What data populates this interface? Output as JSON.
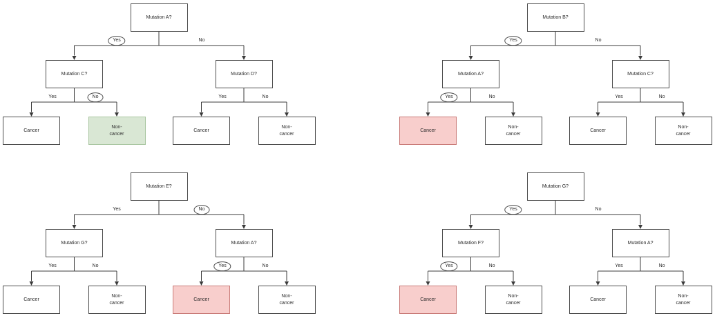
{
  "canvas": {
    "background": "#ffffff"
  },
  "colors": {
    "line": "#3b3b3b",
    "text": "#2a2a2a",
    "node_fill": "#ffffff",
    "node_border": "#4a4a4a",
    "leaf_green_fill": "#d9e7d4",
    "leaf_green_border": "#a9c6a1",
    "leaf_red_fill": "#f8cecc",
    "leaf_red_border": "#c97a77"
  },
  "trees": [
    {
      "id": "top-left",
      "root": {
        "label": "Mutation A?"
      },
      "left": {
        "label": "Mutation C?"
      },
      "right": {
        "label": "Mutation D?"
      },
      "edges": [
        {
          "label": "Yes",
          "circled": true
        },
        {
          "label": "No",
          "circled": false
        },
        {
          "label": "Yes",
          "circled": false
        },
        {
          "label": "No",
          "circled": true
        },
        {
          "label": "Yes",
          "circled": false
        },
        {
          "label": "No",
          "circled": false
        }
      ],
      "leaves": [
        {
          "label": "Cancer",
          "highlight": "none"
        },
        {
          "label": "Non-\ncancer",
          "highlight": "green"
        },
        {
          "label": "Cancer",
          "highlight": "none"
        },
        {
          "label": "Non-\ncancer",
          "highlight": "none"
        }
      ]
    },
    {
      "id": "top-right",
      "root": {
        "label": "Mutation B?"
      },
      "left": {
        "label": "Mutation A?"
      },
      "right": {
        "label": "Mutation C?"
      },
      "edges": [
        {
          "label": "Yes",
          "circled": true
        },
        {
          "label": "No",
          "circled": false
        },
        {
          "label": "Yes",
          "circled": true
        },
        {
          "label": "No",
          "circled": false
        },
        {
          "label": "Yes",
          "circled": false
        },
        {
          "label": "No",
          "circled": false
        }
      ],
      "leaves": [
        {
          "label": "Cancer",
          "highlight": "red"
        },
        {
          "label": "Non-\ncancer",
          "highlight": "none"
        },
        {
          "label": "Cancer",
          "highlight": "none"
        },
        {
          "label": "Non-\ncancer",
          "highlight": "none"
        }
      ]
    },
    {
      "id": "bottom-left",
      "root": {
        "label": "Mutation E?"
      },
      "left": {
        "label": "Mutation G?"
      },
      "right": {
        "label": "Mutation A?"
      },
      "edges": [
        {
          "label": "Yes",
          "circled": false
        },
        {
          "label": "No",
          "circled": true
        },
        {
          "label": "Yes",
          "circled": false
        },
        {
          "label": "No",
          "circled": false
        },
        {
          "label": "Yes",
          "circled": true
        },
        {
          "label": "No",
          "circled": false
        }
      ],
      "leaves": [
        {
          "label": "Cancer",
          "highlight": "none"
        },
        {
          "label": "Non-\ncancer",
          "highlight": "none"
        },
        {
          "label": "Cancer",
          "highlight": "red"
        },
        {
          "label": "Non-\ncancer",
          "highlight": "none"
        }
      ]
    },
    {
      "id": "bottom-right",
      "root": {
        "label": "Mutation G?"
      },
      "left": {
        "label": "Mutation F?"
      },
      "right": {
        "label": "Mutation A?"
      },
      "edges": [
        {
          "label": "Yes",
          "circled": true
        },
        {
          "label": "No",
          "circled": false
        },
        {
          "label": "Yes",
          "circled": true
        },
        {
          "label": "No",
          "circled": false
        },
        {
          "label": "Yes",
          "circled": false
        },
        {
          "label": "No",
          "circled": false
        }
      ],
      "leaves": [
        {
          "label": "Cancer",
          "highlight": "red"
        },
        {
          "label": "Non-\ncancer",
          "highlight": "none"
        },
        {
          "label": "Cancer",
          "highlight": "none"
        },
        {
          "label": "Non-\ncancer",
          "highlight": "none"
        }
      ]
    }
  ]
}
